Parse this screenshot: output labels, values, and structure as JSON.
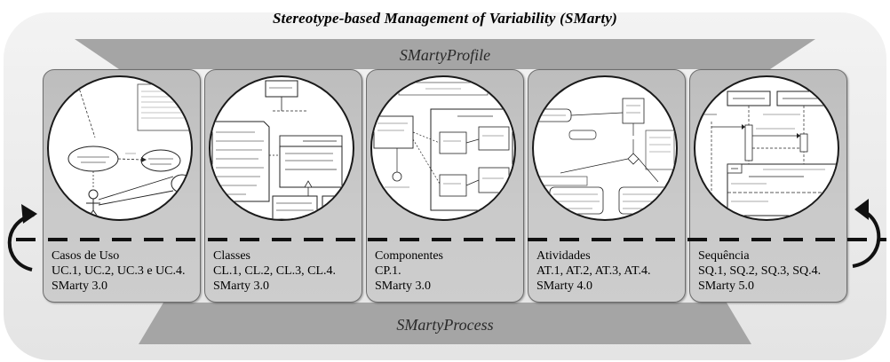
{
  "title": "Stereotype-based Management of Variability (SMarty)",
  "profile_label": "SMartyProfile",
  "process_label": "SMartyProcess",
  "panels": [
    {
      "name": "Casos de Uso",
      "items": "UC.1, UC.2, UC.3 e UC.4.",
      "version": "SMarty 3.0"
    },
    {
      "name": "Classes",
      "items": "CL.1, CL.2, CL.3, CL.4.",
      "version": "SMarty 3.0"
    },
    {
      "name": "Componentes",
      "items": "CP.1.",
      "version": "SMarty 3.0"
    },
    {
      "name": "Atividades",
      "items": "AT.1, AT.2, AT.3, AT.4.",
      "version": "SMarty 4.0"
    },
    {
      "name": "Sequência",
      "items": "SQ.1, SQ.2, SQ.3, SQ.4.",
      "version": "SMarty 5.0"
    }
  ],
  "colors": {
    "band": "#a4a4a4",
    "panel": "#c4c4c4",
    "frame": "#ececec",
    "dash": "#111111"
  }
}
